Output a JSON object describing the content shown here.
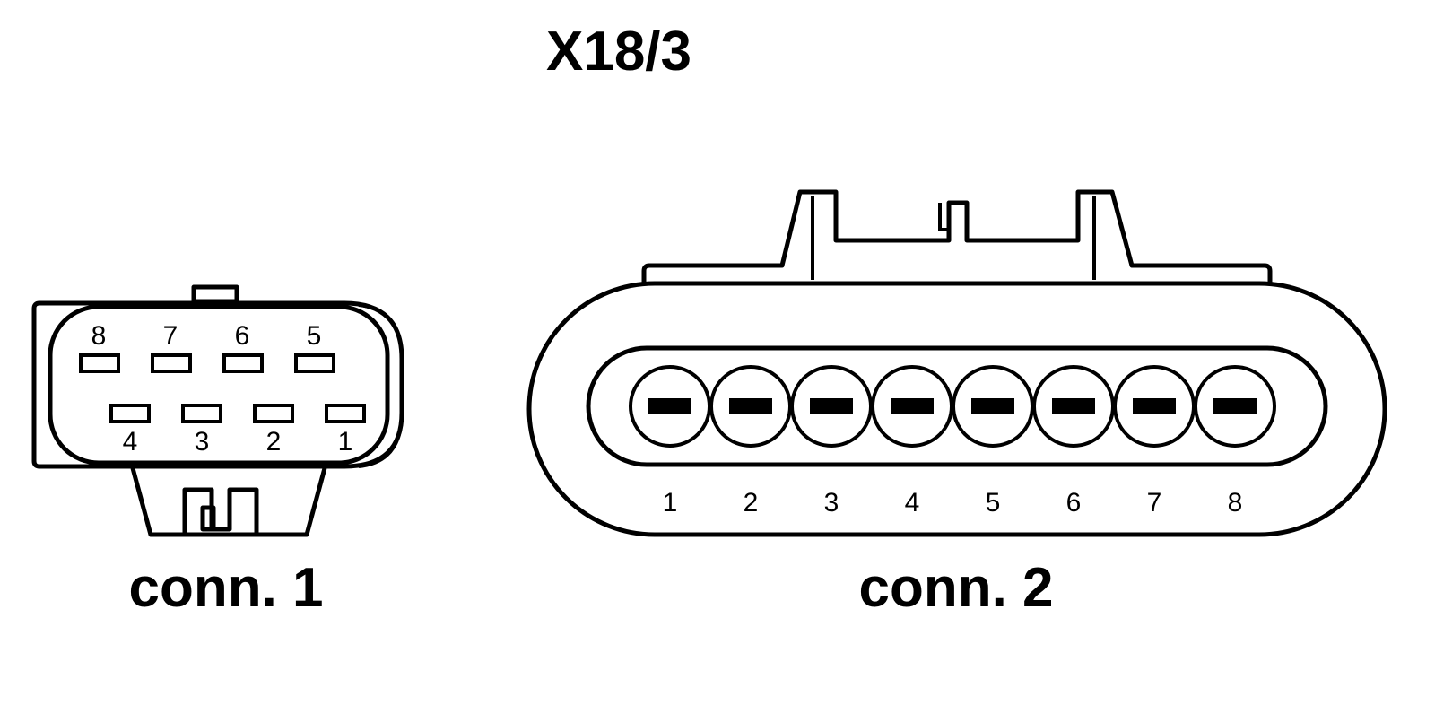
{
  "title": "X18/3",
  "connector_1": {
    "label": "conn. 1",
    "top_row_pins": [
      "8",
      "7",
      "6",
      "5"
    ],
    "bottom_row_pins": [
      "4",
      "3",
      "2",
      "1"
    ]
  },
  "connector_2": {
    "label": "conn. 2",
    "pins": [
      "1",
      "2",
      "3",
      "4",
      "5",
      "6",
      "7",
      "8"
    ]
  },
  "colors": {
    "stroke": "#000000",
    "background": "#ffffff"
  }
}
